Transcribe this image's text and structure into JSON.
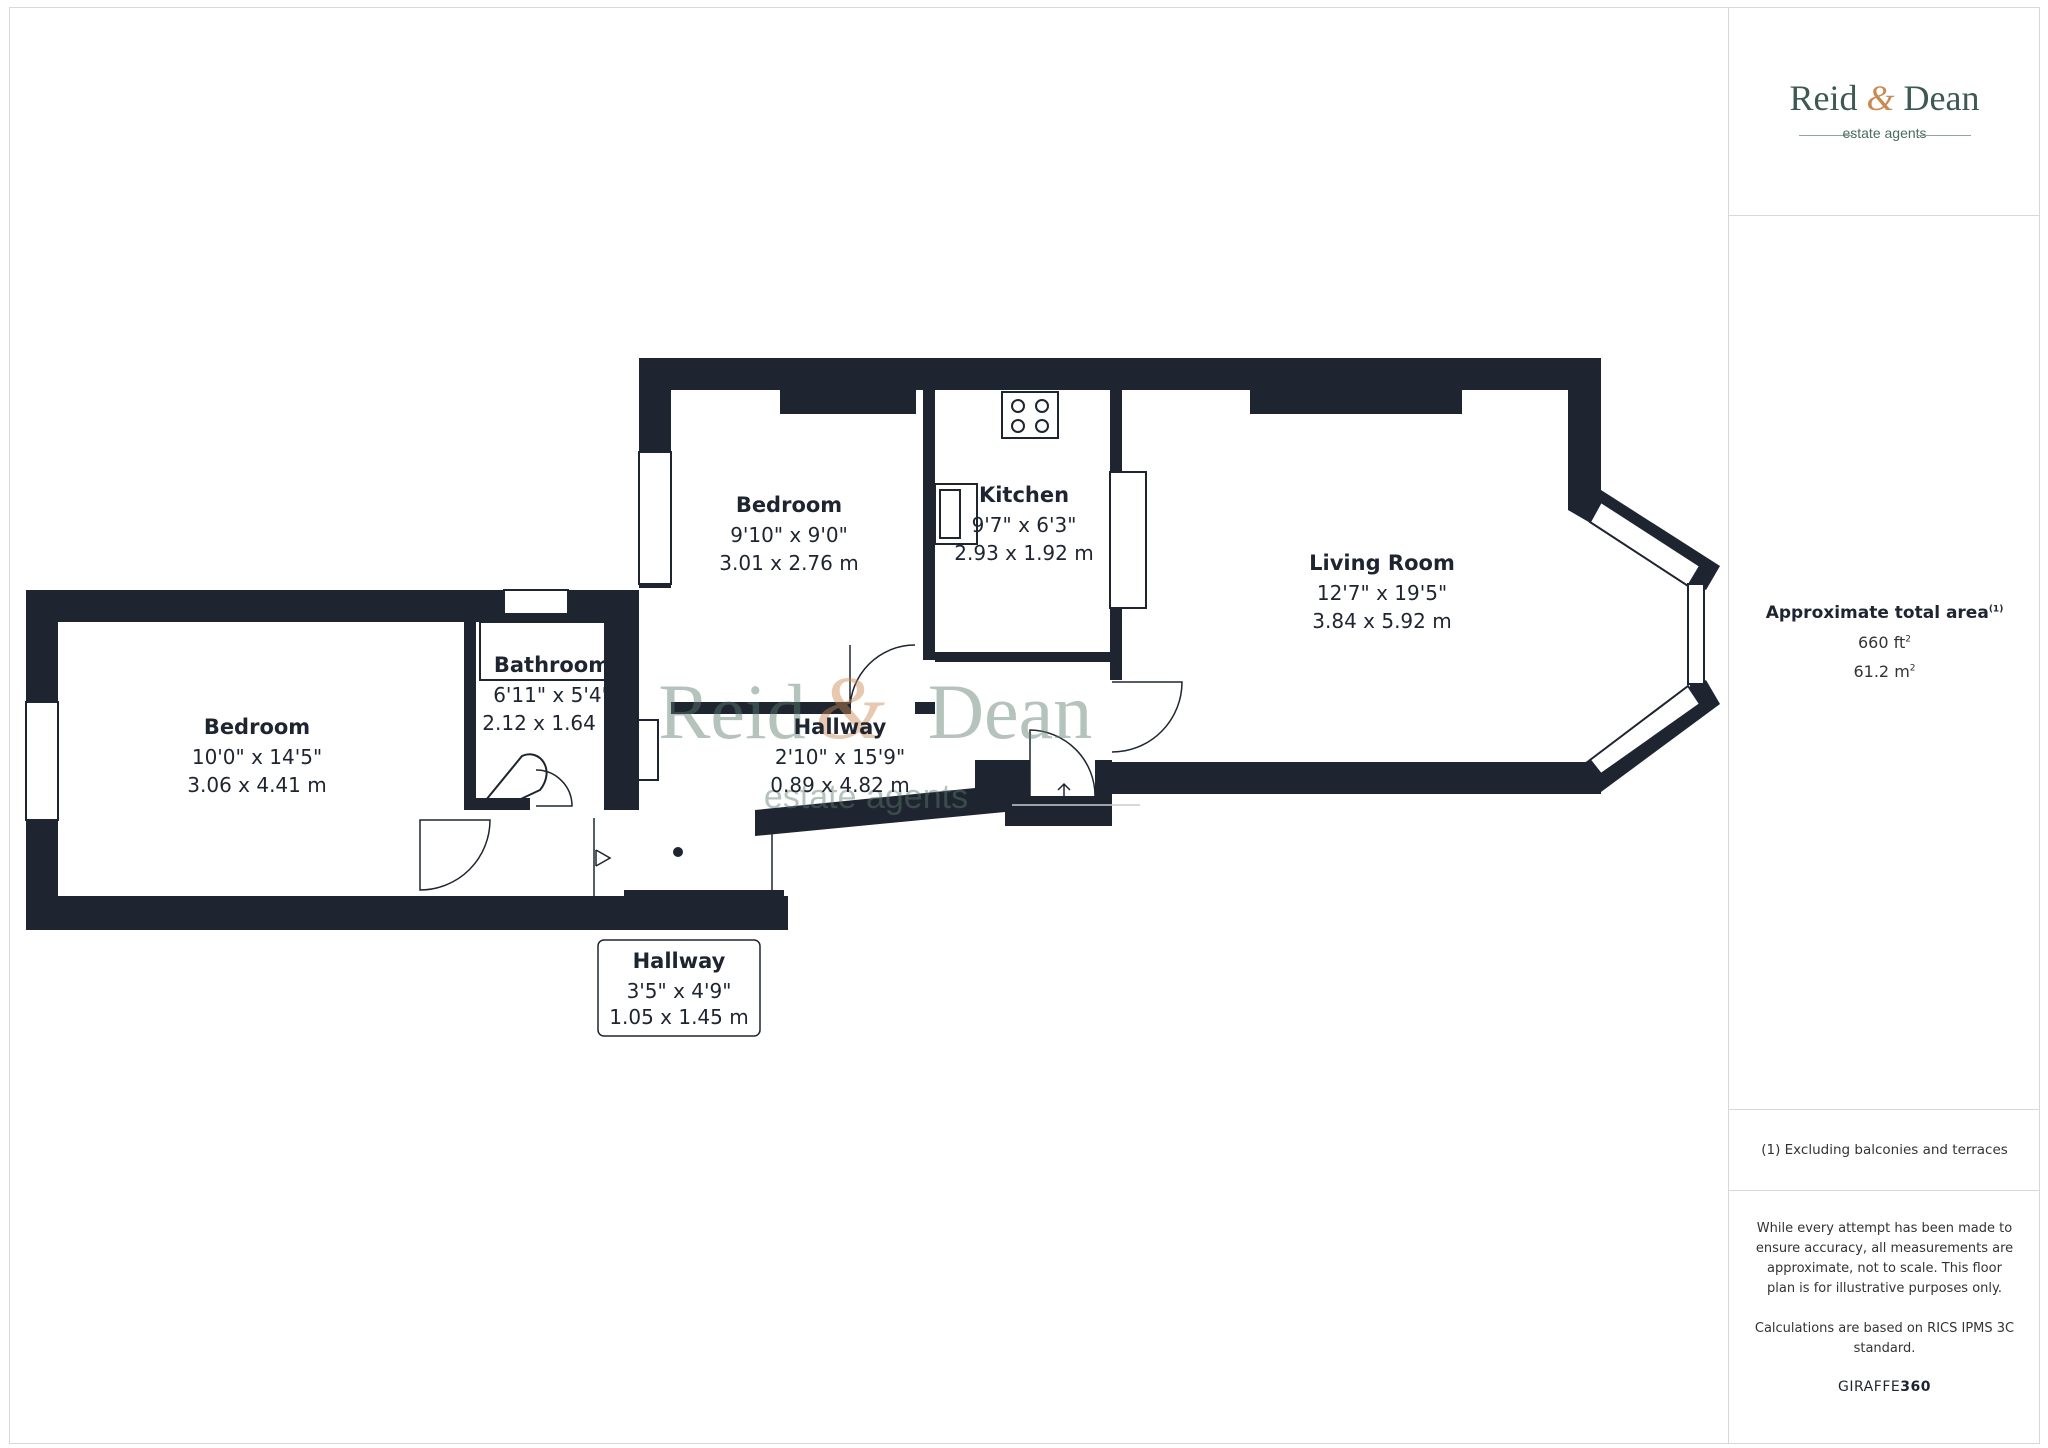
{
  "plan": {
    "rooms": [
      {
        "id": "bedroom-1",
        "name": "Bedroom",
        "dim_imperial": "9'10\" x 9'0\"",
        "dim_metric": "3.01 x 2.76 m"
      },
      {
        "id": "kitchen",
        "name": "Kitchen",
        "dim_imperial": "9'7\" x 6'3\"",
        "dim_metric": "2.93 x 1.92 m"
      },
      {
        "id": "living-room",
        "name": "Living Room",
        "dim_imperial": "12'7\" x 19'5\"",
        "dim_metric": "3.84 x 5.92 m"
      },
      {
        "id": "bathroom",
        "name": "Bathroom",
        "dim_imperial": "6'11\" x 5'4\"",
        "dim_metric": "2.12 x 1.64 m"
      },
      {
        "id": "bedroom-2",
        "name": "Bedroom",
        "dim_imperial": "10'0\" x 14'5\"",
        "dim_metric": "3.06 x 4.41 m"
      },
      {
        "id": "hallway-1",
        "name": "Hallway",
        "dim_imperial": "2'10\" x 15'9\"",
        "dim_metric": "0.89 x 4.82 m"
      },
      {
        "id": "hallway-2",
        "name": "Hallway",
        "dim_imperial": "3'5\" x 4'9\"",
        "dim_metric": "1.05 x 1.45 m"
      }
    ],
    "watermark": {
      "name_part1": "Reid",
      "amp": "&",
      "name_part2": "Dean",
      "sub": "estate agents"
    }
  },
  "sidebar": {
    "logo": {
      "name_part1": "Reid",
      "amp": "&",
      "name_part2": "Dean",
      "sub": "estate agents"
    },
    "area_title": "Approximate total area",
    "area_title_sup": "(1)",
    "area_ft": "660 ft",
    "area_ft_sup": "2",
    "area_m": "61.2 m",
    "area_m_sup": "2",
    "footnote": "(1) Excluding balconies and terraces",
    "disclaimer_1": "While every attempt has been made to ensure accuracy, all measurements are approximate, not to scale. This floor plan is for illustrative purposes only.",
    "disclaimer_2": "Calculations are based on RICS IPMS 3C standard.",
    "brand_a": "GIRAFFE",
    "brand_b": "360"
  },
  "colors": {
    "wall": "#1e2530",
    "brand_green": "#3d5a50",
    "brand_copper": "#c98a52"
  }
}
